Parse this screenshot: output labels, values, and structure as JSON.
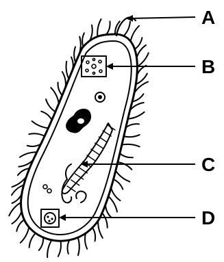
{
  "labels": {
    "a": "A",
    "b": "B",
    "c": "C",
    "d": "D"
  },
  "colors": {
    "ink": "#000000",
    "background": "#ffffff"
  }
}
